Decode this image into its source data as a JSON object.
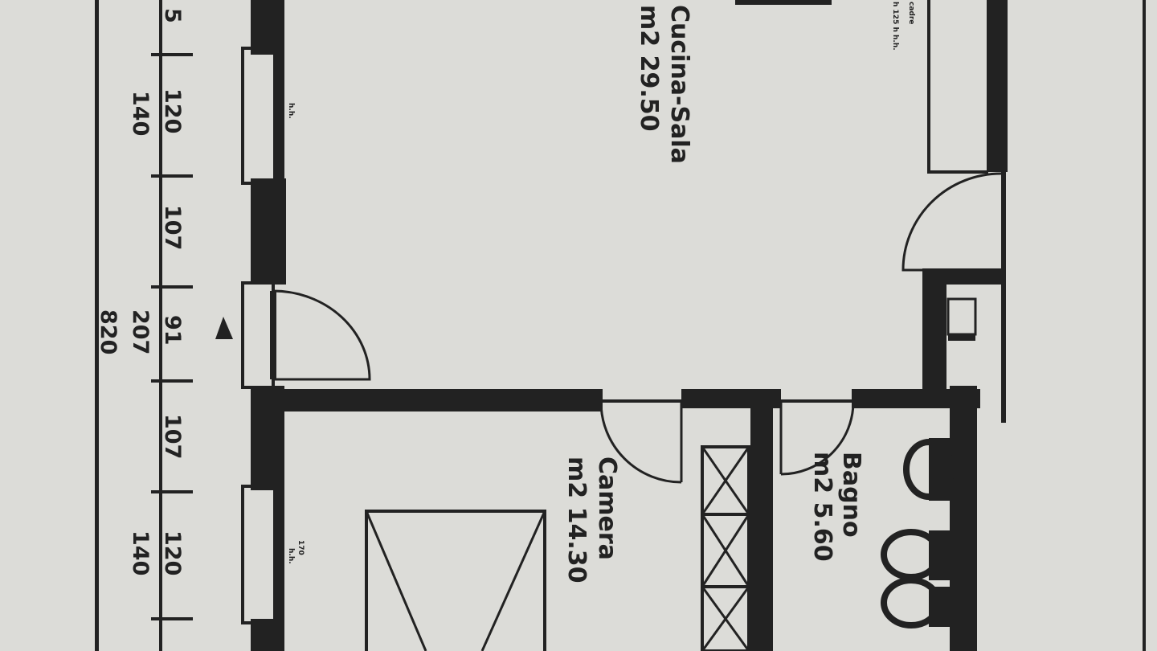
{
  "rooms": {
    "cucina": {
      "name": "Cucina-Sala",
      "area": "m2  29.50"
    },
    "camera": {
      "name": "Camera",
      "area": "m2  14.30"
    },
    "bagno": {
      "name": "Bagno",
      "area": "m2  5.60"
    }
  },
  "dimensions": {
    "segments": [
      "5",
      "120",
      "107",
      "91",
      "107",
      "120"
    ],
    "sub": [
      "140",
      "207",
      "140"
    ],
    "total": "820"
  },
  "annotations": {
    "window_note_1": "h.h.",
    "window_note_2": "h.h.",
    "window_note_3": "170",
    "top_note_1": "cadre",
    "top_note_2": "h 125 h h.h."
  }
}
